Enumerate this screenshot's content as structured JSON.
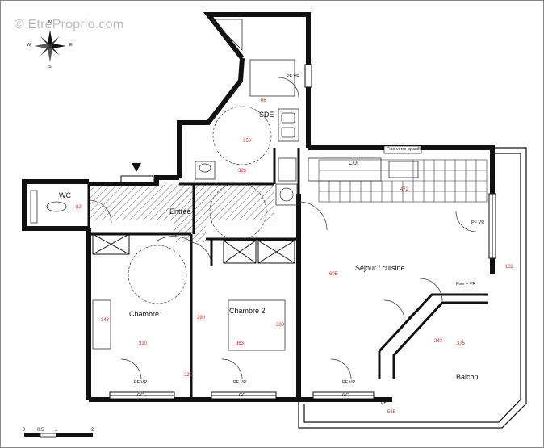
{
  "watermark": "© EtreProprio.com",
  "compass": {
    "north": "N",
    "west": "W",
    "east": "E",
    "south": "S"
  },
  "rooms": {
    "sde": "SDE",
    "wc": "WC",
    "entree": "Entrée",
    "chambre1": "Chambre1",
    "chambre2": "Chambre 2",
    "sejour": "Séjour / cuisine",
    "balcon": "Balcon",
    "cui": "CUI"
  },
  "annotations": {
    "fixe_verre_opacifie": "Fixe verre opacifié",
    "fixe_vr": "Fixe + VR",
    "pf_vr_1": "PF VR",
    "pf_vr_2": "PF VR",
    "pf_vr_3": "PF VR",
    "pf_vr_sejour": "PF VR",
    "pf_vr_sde": "PF VR",
    "pf_vr_diag": "PF VR",
    "gc_1": "GC",
    "gc_2": "GC",
    "gc_3": "GC",
    "bpc": "BP"
  },
  "dimensions": {
    "d_sde": "350",
    "d_sde_w": "323",
    "d_sde_side": "66",
    "d_wc": "82",
    "d_cui": "472",
    "d_c1_h": "348",
    "d_c1_w": "310",
    "d_c2_h": "383",
    "d_c2_w": "363",
    "d_sejour_h": "605",
    "d_sejour_w": "243",
    "d_balcon": "375",
    "d_balcon_w": "545",
    "d_balcon_h": "132",
    "d_c1_side": "225",
    "d_c2_side": "290"
  },
  "scale": {
    "labels": [
      "0",
      "0.5",
      "1",
      "2"
    ]
  }
}
